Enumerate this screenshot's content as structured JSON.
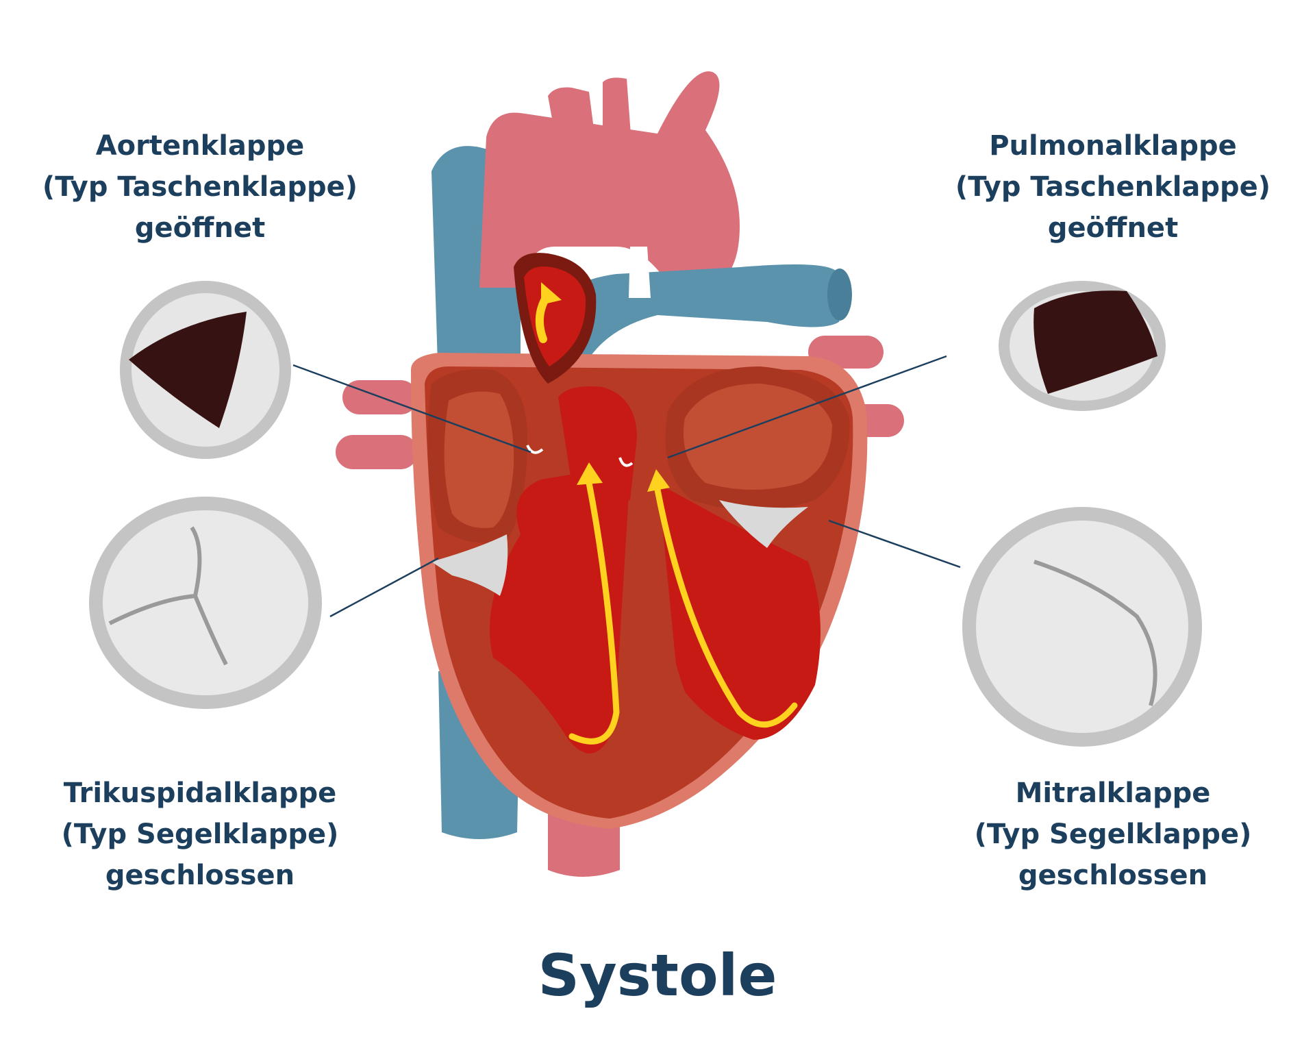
{
  "labels": {
    "aortic_valve": {
      "name": "Aortenklappe",
      "type": "(Typ Taschenklappe)",
      "state": "geöffnet"
    },
    "pulmonary_valve": {
      "name": "Pulmonalklappe",
      "type": "(Typ Taschenklappe)",
      "state": "geöffnet"
    },
    "tricuspid_valve": {
      "name": "Trikuspidalklappe",
      "type": "(Typ Segelklappe)",
      "state": "geschlossen"
    },
    "mitral_valve": {
      "name": "Mitralklappe",
      "type": "(Typ Segelklappe)",
      "state": "geschlossen"
    }
  },
  "title": "Systole",
  "colors": {
    "label_text": "#1d3f5e",
    "artery": "#d9707a",
    "vein": "#5b93ad",
    "myocardium": "#b63a24",
    "blood": "#c81a14",
    "flow_arrow": "#ffd21f",
    "valve_grey": "#d4d4d4"
  }
}
